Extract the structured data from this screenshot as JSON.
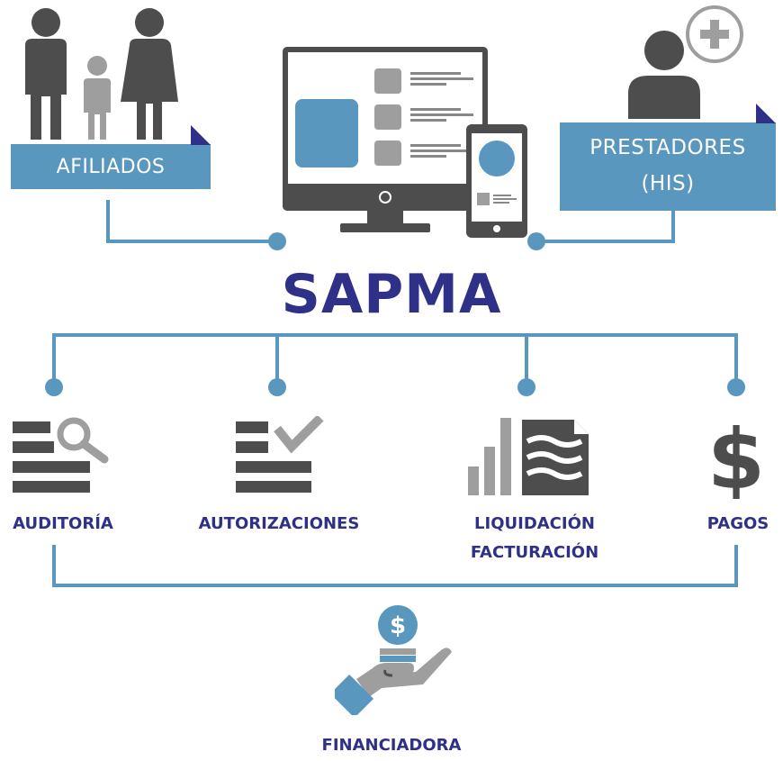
{
  "title": "SAPMA",
  "inputs": {
    "afiliados": "AFILIADOS",
    "prestadores_line1": "PRESTADORES",
    "prestadores_line2": "(HIS)"
  },
  "modules": {
    "auditoria": "AUDITORÍA",
    "autorizaciones": "AUTORIZACIONES",
    "liquidacion_line1": "LIQUIDACIÓN",
    "liquidacion_line2": "FACTURACIÓN",
    "pagos": "PAGOS"
  },
  "output": {
    "financiadora": "FINANCIADORA"
  },
  "icons": {
    "dollar_symbol": "$"
  },
  "colors": {
    "brand_blue": "#5a97be",
    "title_navy": "#2e3187",
    "icon_gray": "#4d4d4d",
    "light_gray": "#9e9e9e"
  }
}
